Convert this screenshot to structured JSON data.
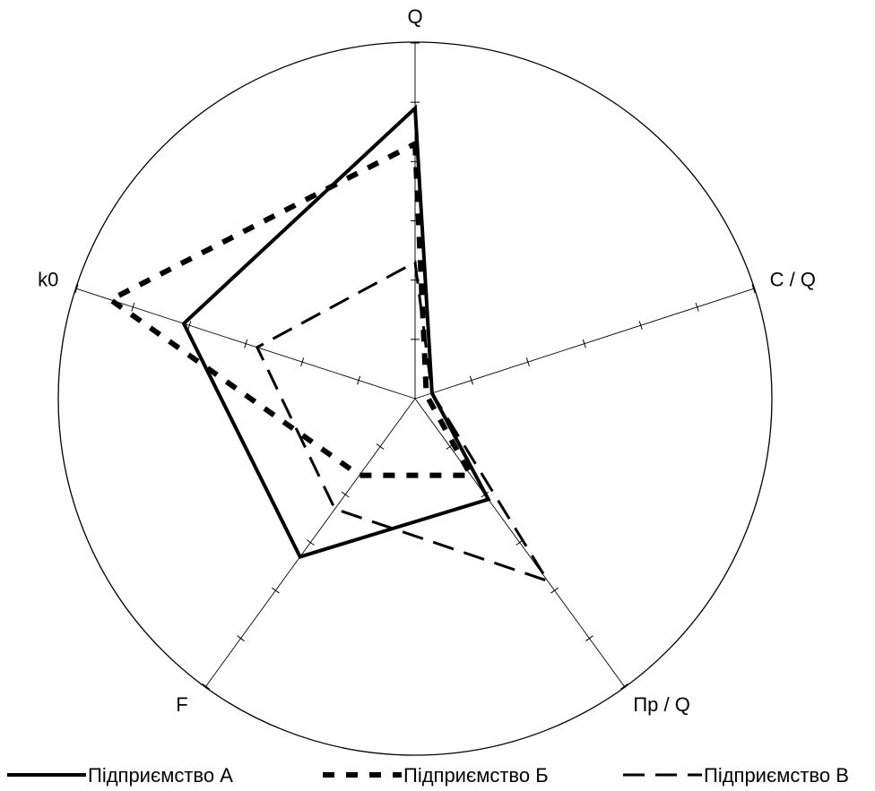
{
  "chart_data": {
    "type": "radar",
    "axes": [
      "Q",
      "C / Q",
      "Пр / Q",
      "F",
      "k0"
    ],
    "scale": {
      "min": 0,
      "max": 6,
      "tick_count": 6
    },
    "grid": "outer-circle",
    "legend_position": "bottom",
    "series": [
      {
        "name": "Підприємство А",
        "style": "solid",
        "values": [
          4.9,
          0.3,
          2.1,
          3.3,
          4.1
        ]
      },
      {
        "name": "Підприємство Б",
        "style": "dashed-short",
        "values": [
          4.3,
          0.2,
          1.6,
          1.6,
          5.4
        ]
      },
      {
        "name": "Підприємство В",
        "style": "dashed-long",
        "values": [
          2.3,
          0.3,
          3.8,
          2.3,
          2.8
        ]
      }
    ]
  }
}
